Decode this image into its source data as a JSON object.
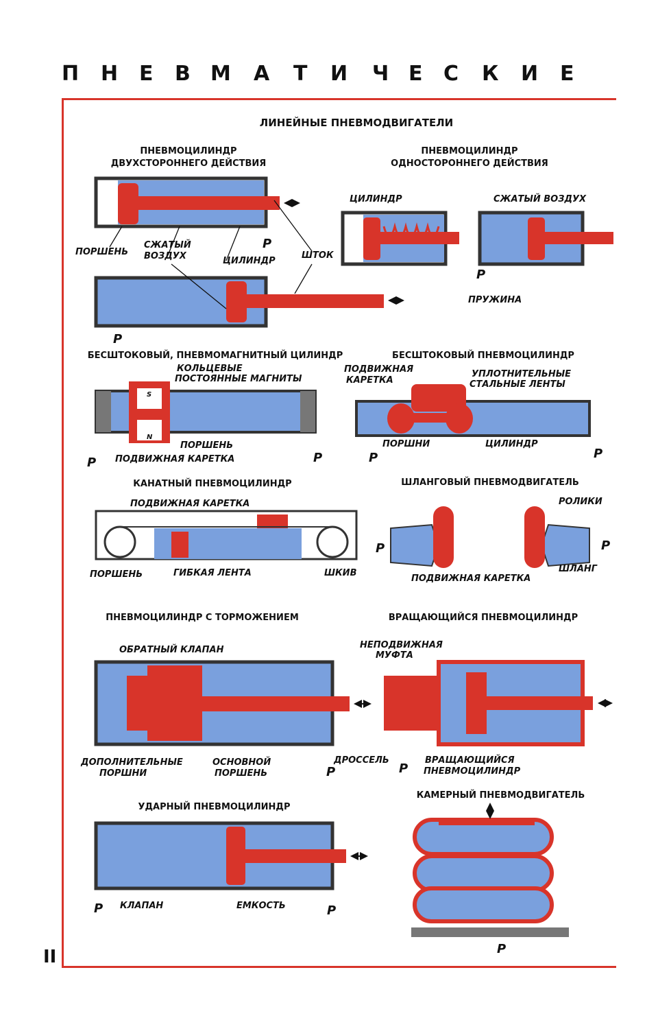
{
  "header_letters": [
    "П",
    "Н",
    "Е",
    "В",
    "М",
    "А",
    "Т",
    "И",
    "Ч",
    "Е",
    "С",
    "К",
    "И",
    "Е"
  ],
  "page_number": "II",
  "colors": {
    "air": "#7aa0dd",
    "piston": "#d8342a",
    "wall": "#333333",
    "frame": "#d8342a",
    "arrow_in": "#4a8fe0"
  },
  "section_title": "ЛИНЕЙНЫЕ ПНЕВМОДВИГАТЕЛИ",
  "double_acting": {
    "title_1": "ПНЕВМОЦИЛИНДР",
    "title_2": "ДВУХСТОРОННЕГО ДЕЙСТВИЯ",
    "piston": "ПОРШЕНЬ",
    "air_1": "СЖАТЫЙ",
    "air_2": "ВОЗДУХ",
    "cylinder": "ЦИЛИНДР",
    "rod": "ШТОК",
    "p": "P"
  },
  "single_acting": {
    "title_1": "ПНЕВМОЦИЛИНДР",
    "title_2": "ОДНОСТОРОННЕГО ДЕЙСТВИЯ",
    "cylinder": "ЦИЛИНДР",
    "air": "СЖАТЫЙ ВОЗДУХ",
    "spring": "ПРУЖИНА",
    "p": "P"
  },
  "magnetic": {
    "title": "БЕСШТОКОВЫЙ, ПНЕВМОМАГНИТНЫЙ ЦИЛИНДР",
    "magnets_1": "КОЛЬЦЕВЫЕ",
    "magnets_2": "ПОСТОЯННЫЕ МАГНИТЫ",
    "piston": "ПОРШЕНЬ",
    "carriage": "ПОДВИЖНАЯ КАРЕТКА",
    "s": "S",
    "n": "N",
    "p": "P"
  },
  "rodless": {
    "title": "БЕСШТОКОВЫЙ ПНЕВМОЦИЛИНДР",
    "carriage_1": "ПОДВИЖНАЯ",
    "carriage_2": "КАРЕТКА",
    "bands_1": "УПЛОТНИТЕЛЬНЫЕ",
    "bands_2": "СТАЛЬНЫЕ ЛЕНТЫ",
    "pistons": "ПОРШНИ",
    "cylinder": "ЦИЛИНДР",
    "p": "P"
  },
  "cable": {
    "title": "КАНАТНЫЙ ПНЕВМОЦИЛИНДР",
    "carriage": "ПОДВИЖНАЯ КАРЕТКА",
    "piston": "ПОРШЕНЬ",
    "band": "ГИБКАЯ ЛЕНТА",
    "pulley": "ШКИВ"
  },
  "hose": {
    "title": "ШЛАНГОВЫЙ ПНЕВМОДВИГАТЕЛЬ",
    "rollers": "РОЛИКИ",
    "carriage": "ПОДВИЖНАЯ КАРЕТКА",
    "hose": "ШЛАНГ",
    "p": "P"
  },
  "braking": {
    "title": "ПНЕВМОЦИЛИНДР С ТОРМОЖЕНИЕМ",
    "check_valve": "ОБРАТНЫЙ КЛАПАН",
    "aux_1": "ДОПОЛНИТЕЛЬНЫЕ",
    "aux_2": "ПОРШНИ",
    "main_1": "ОСНОВНОЙ",
    "main_2": "ПОРШЕНЬ",
    "throttle": "ДРОССЕЛЬ",
    "p": "P"
  },
  "rotating": {
    "title": "ВРАЩАЮЩИЙСЯ ПНЕВМОЦИЛИНДР",
    "coupling_1": "НЕПОДВИЖНАЯ",
    "coupling_2": "МУФТА",
    "cyl_1": "ВРАЩАЮЩИЙСЯ",
    "cyl_2": "ПНЕВМОЦИЛИНДР",
    "p": "P"
  },
  "impact": {
    "title": "УДАРНЫЙ ПНЕВМОЦИЛИНДР",
    "valve": "КЛАПАН",
    "reservoir": "ЕМКОСТЬ",
    "p": "P"
  },
  "chamber": {
    "title": "КАМЕРНЫЙ ПНЕВМОДВИГАТЕЛЬ",
    "p": "P"
  }
}
